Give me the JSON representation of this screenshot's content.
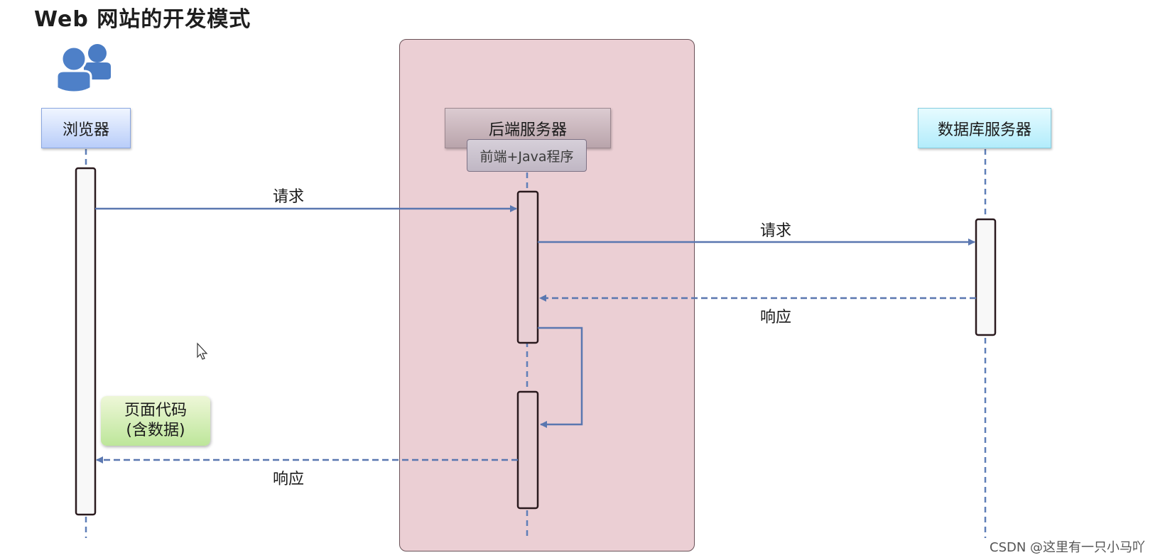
{
  "title": "Web 网站的开发模式",
  "participants": {
    "browser": "浏览器",
    "backend": "后端服务器",
    "backend_sub": "前端+Java程序",
    "database": "数据库服务器"
  },
  "messages": {
    "browser_to_backend": "请求",
    "backend_to_db": "请求",
    "db_to_backend": "响应",
    "backend_to_browser": "响应"
  },
  "note": {
    "line1": "页面代码",
    "line2": "(含数据)"
  },
  "watermark": "CSDN @这里有一只小马吖",
  "colors": {
    "arrow": "#5a77b0",
    "lifeline": "#5f7fb8",
    "panel": "#ebcfd4",
    "activation_border": "#2a1a1e",
    "browser_box": "#b9cdf9",
    "db_box": "#b2ecfb",
    "note": "#bde69a"
  },
  "icons": {
    "users": "users-icon",
    "cursor": "mouse-cursor-icon"
  }
}
